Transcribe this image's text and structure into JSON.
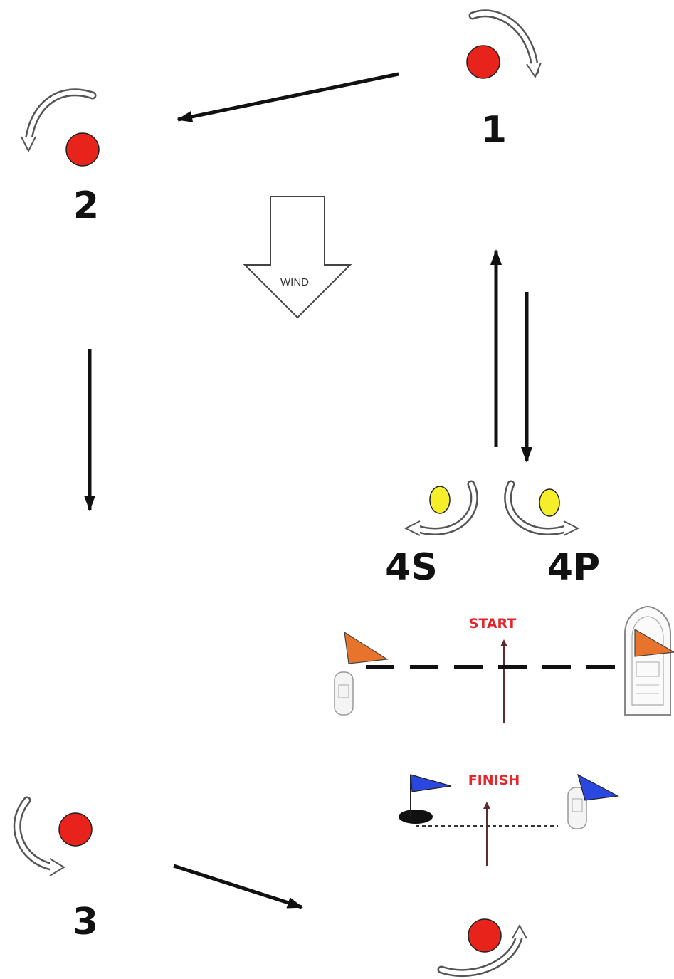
{
  "marks": {
    "mark_1": {
      "label": "1"
    },
    "mark_2": {
      "label": "2"
    },
    "mark_3": {
      "label": "3"
    },
    "gate_starboard": {
      "label": "4S"
    },
    "gate_port": {
      "label": "4P"
    }
  },
  "wind": {
    "label": "WIND"
  },
  "start_line": {
    "label": "START"
  },
  "finish_line": {
    "label": "FINISH"
  },
  "colors": {
    "rounding_mark": "#e8231b",
    "gate_mark": "#f7ee2a",
    "start_flag": "#e8742c",
    "finish_flag": "#2a48e0",
    "line_label": "#e3262b"
  }
}
